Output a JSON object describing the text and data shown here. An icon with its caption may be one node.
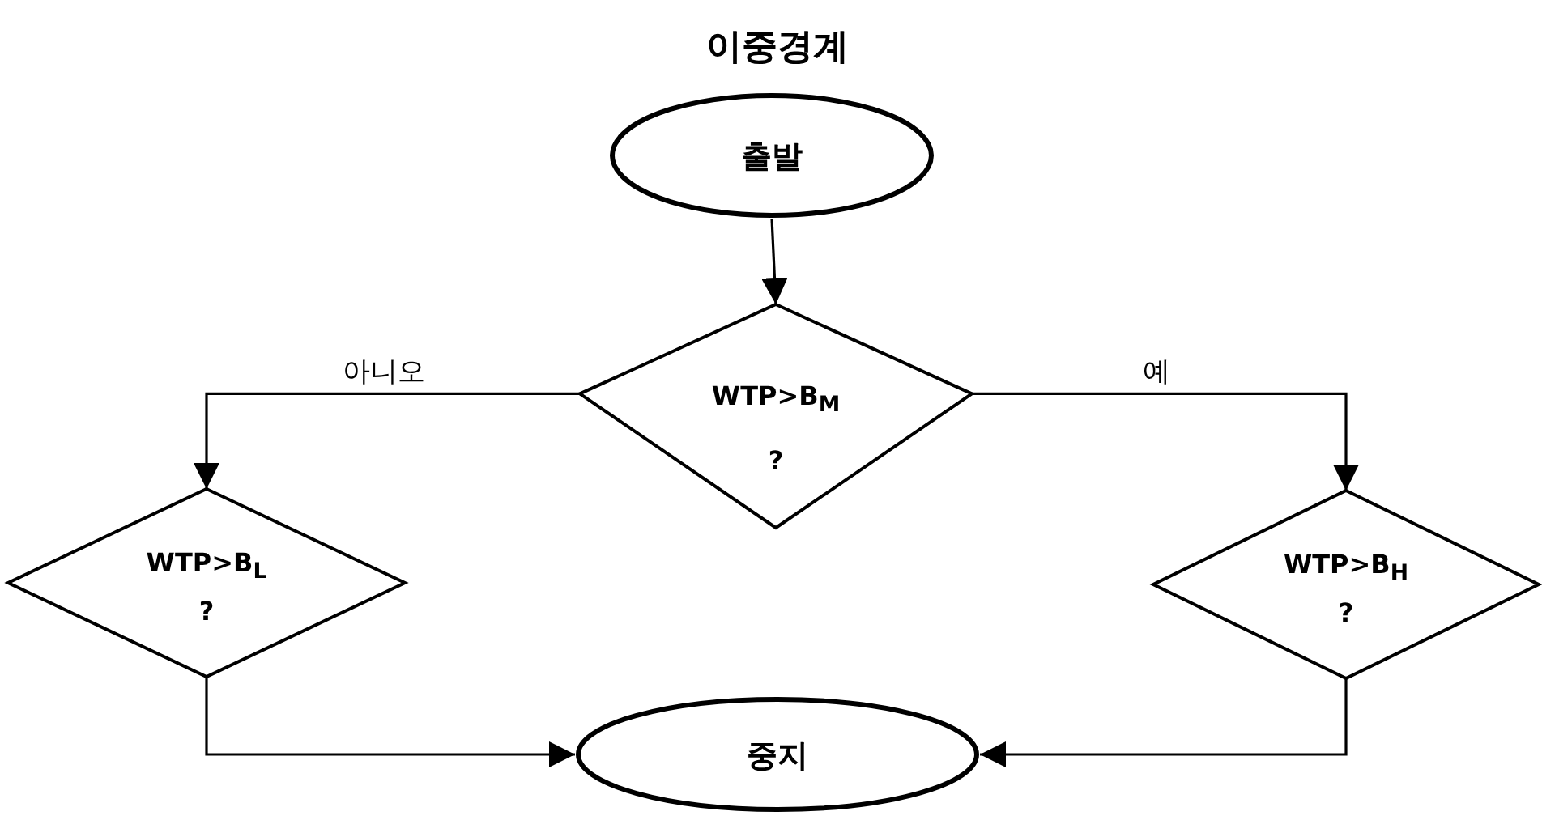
{
  "diagram": {
    "title": "이중경계",
    "nodes": [
      {
        "text": [
          "출발"
        ]
      },
      {
        "text": [
          "WTP>B$_{M}$",
          "?"
        ]
      },
      {
        "text": [
          "WTP>B$_{L}$",
          "?"
        ]
      },
      {
        "text": [
          "WTP>B$_{H}$",
          "?"
        ]
      },
      {
        "text": [
          "중지"
        ]
      }
    ],
    "edges": [
      {
        "from": 0,
        "to": 1,
        "arrow": "to"
      },
      {
        "from": 1,
        "to": 2,
        "arrow": "to",
        "label": "아니오"
      },
      {
        "from": 1,
        "to": 3,
        "arrow": "to",
        "label": "예"
      },
      {
        "from": 2,
        "to": 4,
        "arrow": "to"
      },
      {
        "from": 3,
        "to": 4,
        "arrow": "to"
      }
    ]
  }
}
